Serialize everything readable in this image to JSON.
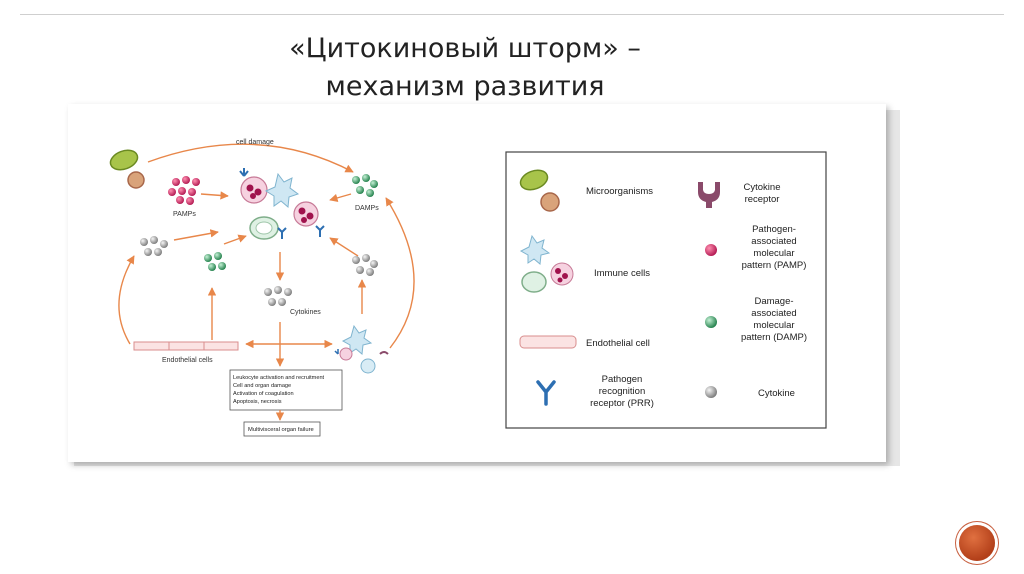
{
  "slide": {
    "title_line1": "«Цитокиновый шторм» –",
    "title_line2": "механизм развития"
  },
  "diagram": {
    "cell_damage": "cell damage",
    "pamps": "PAMPs",
    "damps": "DAMPs",
    "cytokines": "Cytokines",
    "endothelial_cells": "Endothelial cells",
    "outcomes": [
      "Leukocyte activation and recruitment",
      "Cell and organ damage",
      "Activation of coagulation",
      "Apoptosis, necrosis"
    ],
    "organ_failure": "Multivisceral organ failure"
  },
  "legend": {
    "microorganisms": "Microorganisms",
    "immune_cells": "Immune cells",
    "endothelial_cell": "Endothelial cell",
    "prr": [
      "Pathogen",
      "recognition",
      "receptor (PRR)"
    ],
    "cytokine_receptor": [
      "Cytokine",
      "receptor"
    ],
    "pamp": [
      "Pathogen-",
      "associated",
      "molecular",
      "pattern (PAMP)"
    ],
    "damp": [
      "Damage-",
      "associated",
      "molecular",
      "pattern (DAMP)"
    ],
    "cytokine": "Cytokine"
  },
  "colors": {
    "arrow": "#e8874a",
    "pamp": "#c0185a",
    "damp": "#2e9a5c",
    "cytokine": "#9a9a9a",
    "nav_button": "#c8502a"
  }
}
